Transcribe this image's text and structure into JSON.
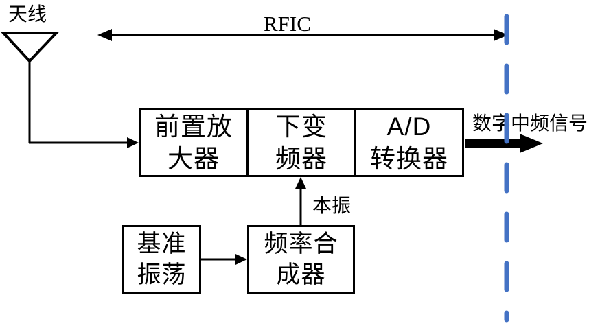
{
  "labels": {
    "antenna": "天线",
    "rfic_span": "RFIC",
    "output_signal": "数字中频信号",
    "local_oscillator": "本振"
  },
  "blocks": {
    "preamp": "前置放\n大器",
    "downconverter": "下变\n频器",
    "adc": "A/D\n转换器",
    "reference_oscillator": "基准\n振荡",
    "frequency_synthesizer": "频率合\n成器"
  },
  "colors": {
    "line": "#000000",
    "boundary_dash": "#4472C4",
    "background": "#ffffff"
  }
}
